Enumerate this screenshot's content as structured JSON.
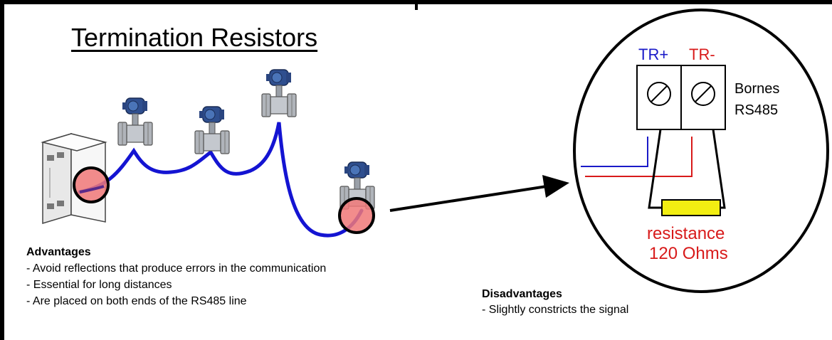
{
  "title": "Termination Resistors",
  "advantages": {
    "heading": "Advantages",
    "items": [
      "- Avoid reflections that produce errors in the communication",
      "- Essential for long distances",
      "- Are placed on both ends of the RS485 line"
    ]
  },
  "disadvantages": {
    "heading": "Disadvantages",
    "items": [
      "- Slightly constricts the signal"
    ]
  },
  "zoom": {
    "tr_plus": "TR+",
    "tr_minus": "TR-",
    "terminal_label_line1": "Bornes",
    "terminal_label_line2": "RS485",
    "resistor_label_line1": "resistance",
    "resistor_label_line2": "120 Ohms"
  },
  "colors": {
    "bus_cable": "#1414d2",
    "tr_plus": "#1a1ac8",
    "tr_minus": "#d81a1a",
    "highlight": "#f07878",
    "resistor": "#f2ee12"
  },
  "icons": [
    "converter-icon",
    "flowmeter-icon",
    "screw-terminal-icon",
    "resistor-icon"
  ]
}
